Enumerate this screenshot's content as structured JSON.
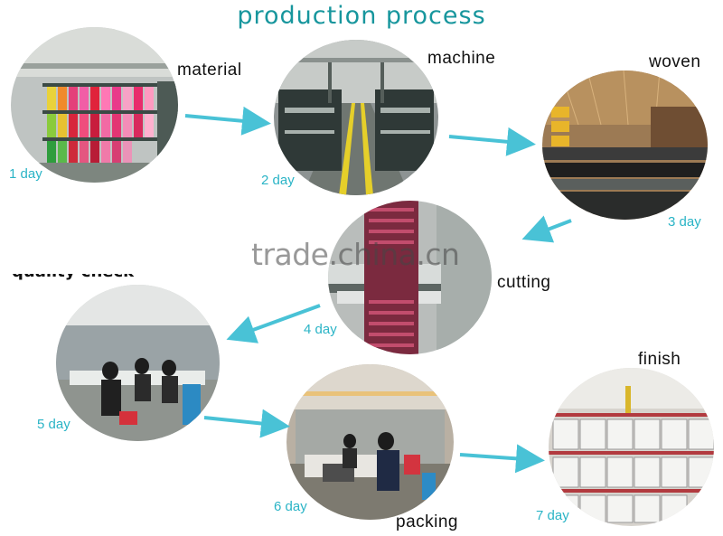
{
  "title": "production process",
  "watermark": "trade.china.cn",
  "colors": {
    "title": "#17969d",
    "arrow": "#49c2d6",
    "day_text": "#2ab4c6"
  },
  "steps": [
    {
      "label": "material",
      "day": "1 day"
    },
    {
      "label": "machine",
      "day": "2 day"
    },
    {
      "label": "woven",
      "day": "3 day"
    },
    {
      "label": "cutting",
      "day": "4 day"
    },
    {
      "label": "quality check",
      "day": "5 day"
    },
    {
      "label": "packing",
      "day": "6 day"
    },
    {
      "label": "finish",
      "day": "7 day"
    }
  ]
}
